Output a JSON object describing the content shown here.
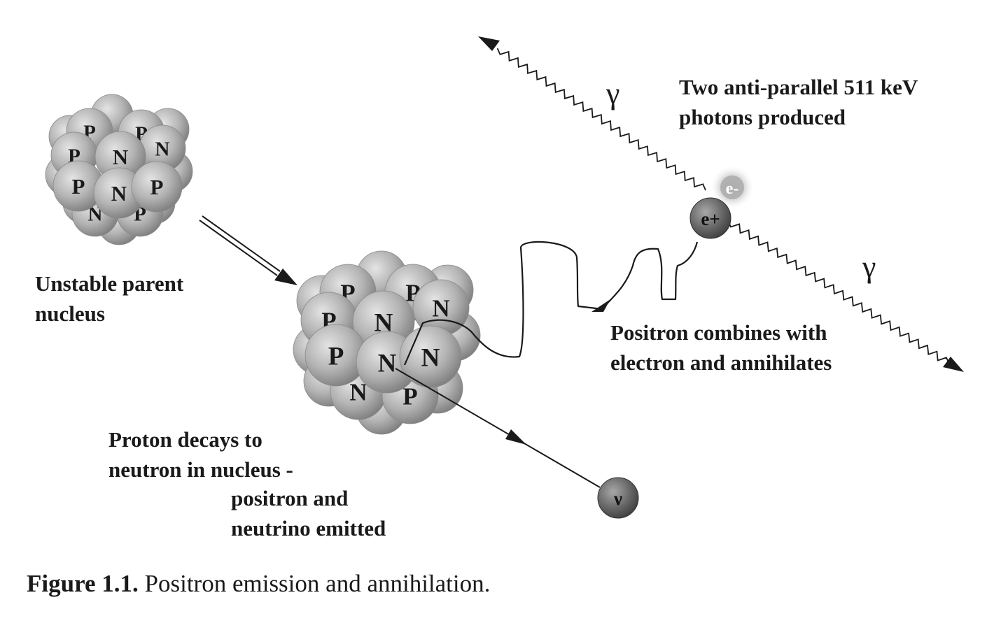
{
  "parent_nucleus": {
    "back_labels": [
      "P",
      "P",
      "P",
      "N",
      "N",
      "P"
    ],
    "front_labels": [
      "N",
      "P",
      "N",
      "P"
    ]
  },
  "daughter_nucleus": {
    "back_labels": [
      "P",
      "P",
      "P",
      "N",
      "N",
      "P"
    ],
    "front_labels": [
      "N",
      "P",
      "N",
      "N"
    ]
  },
  "particles": {
    "positron": "e+",
    "electron": "e-",
    "neutrino": "ν",
    "gamma": "γ"
  },
  "labels": {
    "unstable_parent": [
      "Unstable parent",
      "nucleus"
    ],
    "photons": [
      "Two anti-parallel 511 keV",
      "photons produced"
    ],
    "annihilation": [
      "Positron combines with",
      "electron and annihilates"
    ],
    "decay_line1": "Proton decays to",
    "decay_line2": "neutron in nucleus -",
    "decay_line3": "positron and",
    "decay_line4": "neutrino emitted"
  },
  "caption": {
    "number": "Figure 1.1.",
    "text": "Positron emission and annihilation."
  },
  "colors": {
    "sphere_light": "#dedede",
    "sphere_dark": "#7c7c7c",
    "particle_dark": "#555555",
    "line": "#1a1a1a"
  }
}
